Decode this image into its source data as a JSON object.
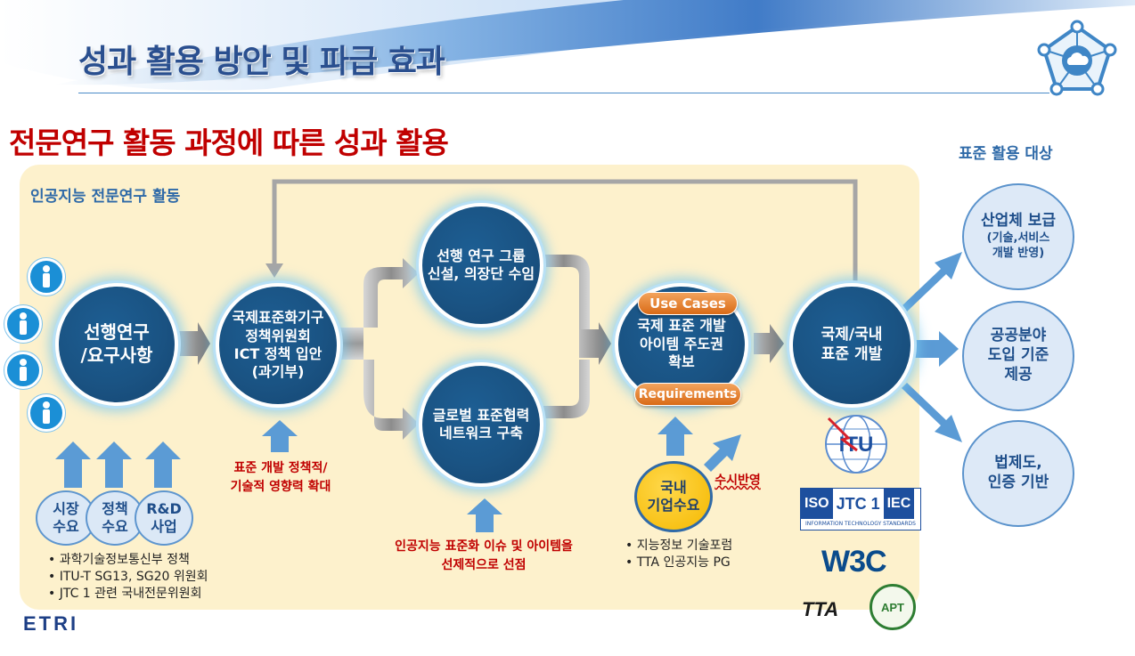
{
  "header": {
    "title": "성과 활용 방안 및 파급 효과",
    "subtitle": "전문연구 활동 과정에 따른 성과 활용"
  },
  "panel": {
    "label": "인공지능 전문연구 활동"
  },
  "nodes": {
    "prior_research": "선행연구\n/요구사항",
    "policy_committee": "국제표준화기구\n정책위원회\nICT 정책 입안\n(과기부)",
    "research_group": "선행 연구 그룹\n신설, 의장단 수임",
    "global_network": "글로벌 표준협력\n네트워크 구축",
    "item_lead": "국제 표준 개발\n아이템 주도권\n확보",
    "std_dev": "국제/국내\n표준  개발"
  },
  "pills": {
    "use_cases": "Use Cases",
    "requirements": "Requirements"
  },
  "sources": [
    {
      "label": "시장\n수요"
    },
    {
      "label": "정책\n수요"
    },
    {
      "label": "R&D\n사업"
    }
  ],
  "source_bullets": [
    "과학기술정보통신부 정책",
    "ITU-T SG13, SG20 위원회",
    "JTC 1 관련 국내전문위원회"
  ],
  "notes": {
    "policy_effect": "표준 개발 정책적/\n기술적 영향력 확대",
    "preemptive": "인공지능 표준화 이슈 및 아이템을\n선제적으로 선점",
    "realtime": "수시반영"
  },
  "domestic_demand": "국내\n기업수요",
  "domestic_bullets": [
    "지능정보 기술포럼",
    "TTA 인공지능 PG"
  ],
  "targets": {
    "title": "표준 활용 대상",
    "items": [
      {
        "main": "산업체 보급",
        "sub": "(기술,서비스\n개발 반영)"
      },
      {
        "main": "공공분야\n도입 기준\n제공",
        "sub": ""
      },
      {
        "main": "법제도,\n인증 기반",
        "sub": ""
      }
    ]
  },
  "logos": {
    "itu": "ITU",
    "iso": "ISO",
    "jtc": "JTC 1",
    "iec": "IEC",
    "iso_caption": "INFORMATION TECHNOLOGY STANDARDS",
    "w3c": "W3C",
    "tta": "TTA",
    "apt": "APT",
    "etri": "ETRI"
  },
  "colors": {
    "title_blue": "#2a4f8f",
    "subtitle_red": "#c00000",
    "panel_bg": "#fdf1cc",
    "node_blue": "#1a5383",
    "arrow_blue": "#5b9bd5",
    "pill_orange": "#e07b24"
  }
}
